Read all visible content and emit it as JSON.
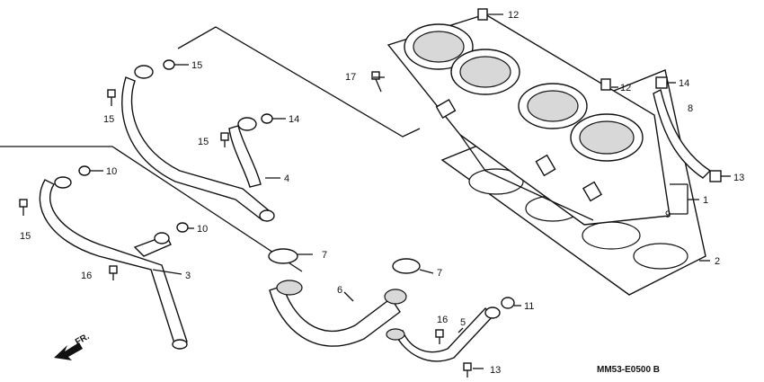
{
  "callouts": [
    {
      "id": "c1",
      "text": "1"
    },
    {
      "id": "c2",
      "text": "2"
    },
    {
      "id": "c3",
      "text": "3"
    },
    {
      "id": "c4",
      "text": "4"
    },
    {
      "id": "c5",
      "text": "5"
    },
    {
      "id": "c6",
      "text": "6"
    },
    {
      "id": "c7a",
      "text": "7"
    },
    {
      "id": "c7b",
      "text": "7"
    },
    {
      "id": "c8",
      "text": "8"
    },
    {
      "id": "c9",
      "text": "9"
    },
    {
      "id": "c10a",
      "text": "10"
    },
    {
      "id": "c10b",
      "text": "10"
    },
    {
      "id": "c11",
      "text": "11"
    },
    {
      "id": "c12a",
      "text": "12"
    },
    {
      "id": "c12b",
      "text": "12"
    },
    {
      "id": "c13a",
      "text": "13"
    },
    {
      "id": "c13b",
      "text": "13"
    },
    {
      "id": "c14a",
      "text": "14"
    },
    {
      "id": "c14b",
      "text": "14"
    },
    {
      "id": "c15a",
      "text": "15"
    },
    {
      "id": "c15b",
      "text": "15"
    },
    {
      "id": "c15c",
      "text": "15"
    },
    {
      "id": "c15d",
      "text": "15"
    },
    {
      "id": "c16a",
      "text": "16"
    },
    {
      "id": "c16b",
      "text": "16"
    },
    {
      "id": "c17",
      "text": "17"
    }
  ],
  "direction_label": "FR.",
  "diagram_code": "MM53-E0500 B"
}
